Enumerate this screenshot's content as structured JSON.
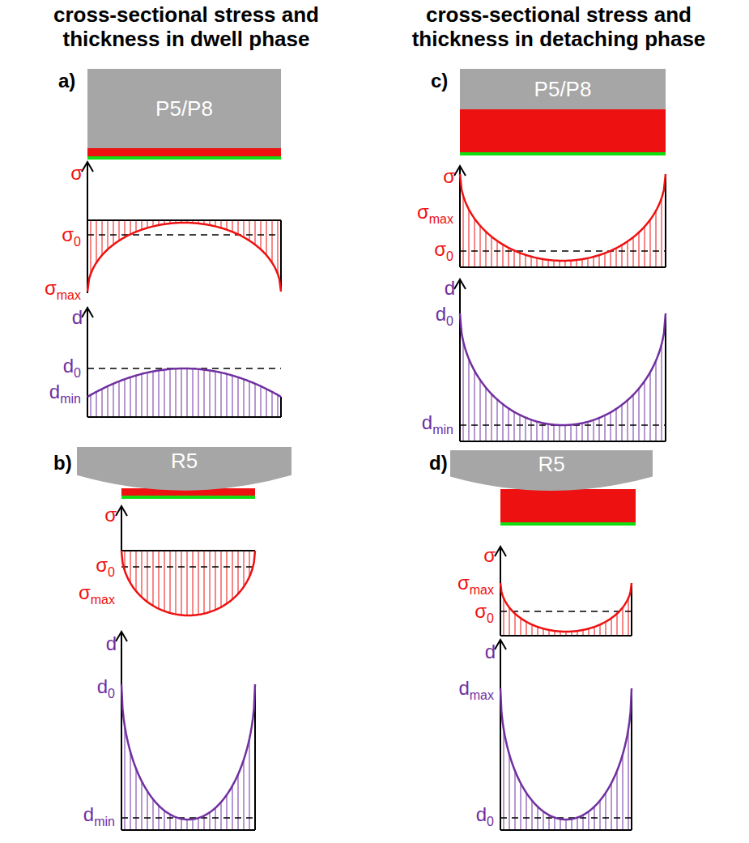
{
  "diagram": {
    "nodes": [
      {
        "text": [
          "P5/P8"
        ]
      },
      {
        "text": [
          "R5"
        ]
      },
      {
        "text": [
          "P5/P8"
        ]
      },
      {
        "text": [
          "R5"
        ]
      }
    ],
    "labels": [
      "cross-sectional stress and thickness in dwell phase",
      "cross-sectional stress and thickness in detaching phase",
      "a)",
      "σ",
      "σ0",
      "σmax",
      "d",
      "d0",
      "dmin",
      "b)",
      "σ",
      "σ0",
      "σmax",
      "d",
      "d0",
      "dmin",
      "c)",
      "σ",
      "σmax",
      "σ0",
      "d",
      "d0",
      "dmin",
      "d)",
      "σ",
      "σmax",
      "σ0",
      "d",
      "dmax",
      "d0"
    ]
  }
}
